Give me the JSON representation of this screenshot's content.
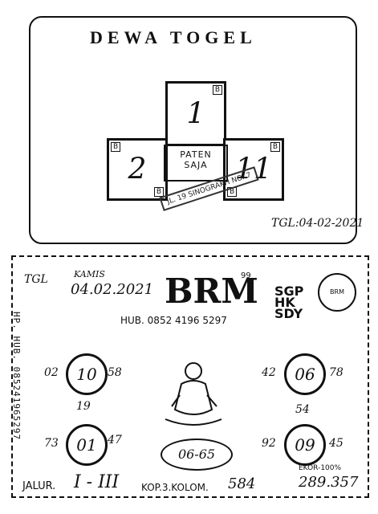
{
  "top": {
    "brand": "DEWA TOGEL",
    "box_top": "1",
    "box_left": "2",
    "box_right": "11",
    "mid_label_line1": "PATEN",
    "mid_label_line2": "SAJA",
    "corner_top": "B",
    "corner_left_top": "B",
    "corner_left_bottom": "B",
    "corner_right_top": "B",
    "corner_right_bottom": "B",
    "stamp_text": "JL. 19 SINOGRAKH NO. 7",
    "date": "TGL:04-02-2021"
  },
  "bottom": {
    "tgl_label": "TGL",
    "day": "KAMIS",
    "date": "04.02.2021",
    "brand": "BRM",
    "brand_sup": "99",
    "market_line1": "SGP",
    "market_line2": "HK",
    "market_line3": "SDY",
    "stamp_circle": "BRM",
    "hub_line": "HUB. 0852 4196 5297",
    "hub_side": "HP. HUB. 085241965297",
    "circle_tl": "10",
    "circle_bl": "01",
    "circle_tr": "06",
    "circle_br": "09",
    "tl_left": "02",
    "tl_right": "58",
    "tl_below": "19",
    "bl_left": "73",
    "bl_right": "47",
    "tr_left": "42",
    "tr_right": "78",
    "tr_below": "54",
    "br_left": "92",
    "br_right": "45",
    "oval": "06-65",
    "jalur_label": "JALUR.",
    "jalur_value": "I - III",
    "kop_label": "KOP.3.KOLOM.",
    "kop_value": "584",
    "rekor_label": "EKOR-100%",
    "rekor_value": "289.357"
  }
}
